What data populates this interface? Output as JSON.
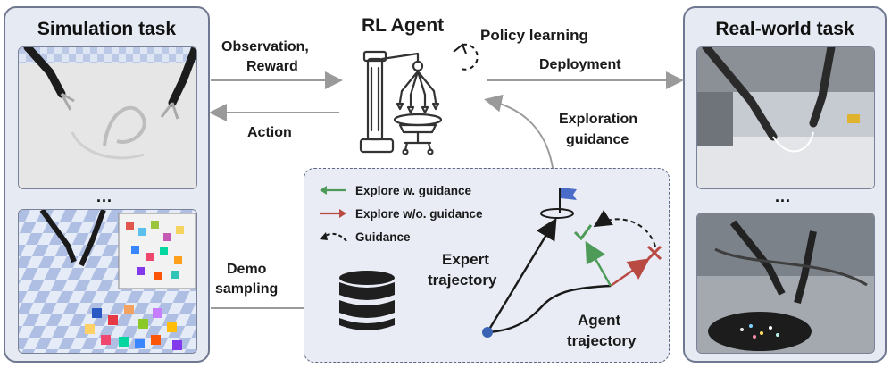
{
  "panels": {
    "simulation": {
      "title": "Simulation task",
      "ellipsis": "..."
    },
    "real_world": {
      "title": "Real-world task",
      "ellipsis": "..."
    }
  },
  "agent": {
    "title": "RL Agent",
    "policy_label": "Policy learning"
  },
  "flow_labels": {
    "observation": "Observation,",
    "reward": "Reward",
    "action": "Action",
    "deployment": "Deployment",
    "exploration_1": "Exploration",
    "exploration_2": "guidance",
    "demo_1": "Demo",
    "demo_2": "sampling"
  },
  "legend": [
    {
      "label": "Explore w. guidance",
      "color": "#4e9a59"
    },
    {
      "label": "Explore w/o. guidance",
      "color": "#b84a43"
    },
    {
      "label": "Guidance",
      "color": "#1a1a1a"
    }
  ],
  "trajectories": {
    "expert_1": "Expert",
    "expert_2": "trajectory",
    "agent_1": "Agent",
    "agent_2": "trajectory"
  },
  "colors": {
    "panel_fill": "#e6eaf2",
    "panel_border": "#6f7890",
    "arrow_gray": "#9a9a9a",
    "start_dot": "#3b63b3",
    "flag": "#4a6cc8"
  }
}
